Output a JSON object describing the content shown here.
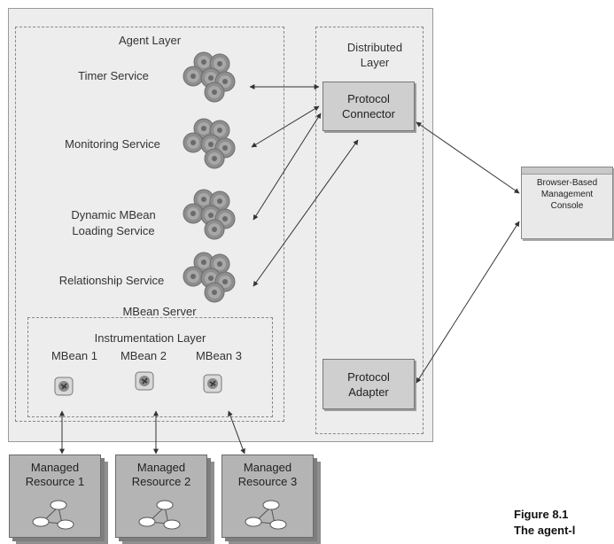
{
  "agent_layer": {
    "title": "Agent Layer",
    "services": {
      "timer": "Timer Service",
      "monitoring": "Monitoring Service",
      "dynamic_line1": "Dynamic MBean",
      "dynamic_line2": "Loading Service",
      "relationship": "Relationship Service"
    },
    "mbean_server": "MBean Server",
    "instrumentation_layer": "Instrumentation Layer",
    "mbeans": [
      "MBean 1",
      "MBean 2",
      "MBean 3"
    ]
  },
  "distributed_layer": {
    "title_line1": "Distributed",
    "title_line2": "Layer",
    "protocol_connector_line1": "Protocol",
    "protocol_connector_line2": "Connector",
    "protocol_adapter_line1": "Protocol",
    "protocol_adapter_line2": "Adapter"
  },
  "console": {
    "line1": "Browser-Based",
    "line2": "Management",
    "line3": "Console"
  },
  "resources": [
    {
      "line1": "Managed",
      "line2": "Resource 1"
    },
    {
      "line1": "Managed",
      "line2": "Resource 2"
    },
    {
      "line1": "Managed",
      "line2": "Resource 3"
    }
  ],
  "caption": {
    "line1": "Figure 8.1",
    "line2": "The agent-l"
  }
}
